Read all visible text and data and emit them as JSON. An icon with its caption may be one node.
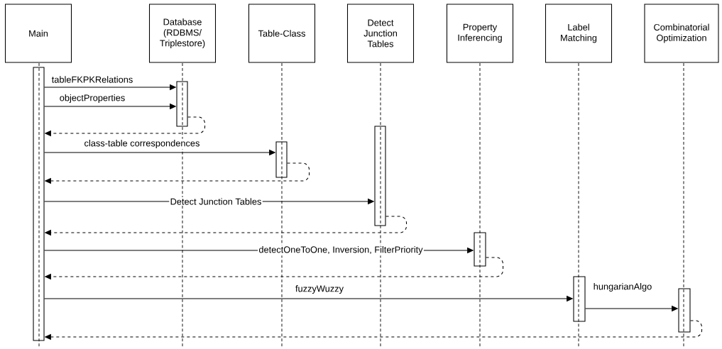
{
  "diagram": {
    "nodes": [
      {
        "text": [
          "Main"
        ]
      },
      {
        "text": [
          "Database (RDBMS/ Triplestore)"
        ]
      },
      {
        "text": [
          "Table-Class"
        ]
      },
      {
        "text": [
          "Detect Junction Tables"
        ]
      },
      {
        "text": [
          "Property Inferencing"
        ]
      },
      {
        "text": [
          "Label Matching"
        ]
      },
      {
        "text": [
          "Combinatorial Optimization"
        ]
      },
      {
        "text": [],
        "shape": "bar"
      },
      {
        "text": [],
        "shape": "bar"
      },
      {
        "text": [],
        "shape": "bar"
      },
      {
        "text": [],
        "shape": "bar"
      },
      {
        "text": [],
        "shape": "bar"
      },
      {
        "text": [],
        "shape": "bar"
      },
      {
        "text": [],
        "shape": "bar"
      }
    ],
    "edges": [
      {
        "from": 7,
        "to": 8,
        "arrow": "to",
        "label": "tableFKPKRelations"
      },
      {
        "from": 7,
        "to": 8,
        "arrow": "to",
        "label": "objectProperties"
      },
      {
        "from": 8,
        "to": 7,
        "arrow": "to",
        "style": "dashed"
      },
      {
        "from": 7,
        "to": 9,
        "arrow": "to",
        "label": "class-table correspondences"
      },
      {
        "from": 9,
        "to": 7,
        "arrow": "to",
        "style": "dashed"
      },
      {
        "from": 7,
        "to": 10,
        "arrow": "to",
        "label": "Detect Junction Tables"
      },
      {
        "from": 10,
        "to": 7,
        "arrow": "to",
        "style": "dashed"
      },
      {
        "from": 7,
        "to": 11,
        "arrow": "to",
        "label": "detectOneToOne, Inversion, FilterPriority"
      },
      {
        "from": 11,
        "to": 7,
        "arrow": "to",
        "style": "dashed"
      },
      {
        "from": 7,
        "to": 12,
        "arrow": "to",
        "label": "fuzzyWuzzy"
      },
      {
        "from": 12,
        "to": 13,
        "arrow": "to",
        "label": "hungarianAlgo"
      },
      {
        "from": 13,
        "to": 7,
        "arrow": "to",
        "style": "dashed"
      }
    ]
  }
}
